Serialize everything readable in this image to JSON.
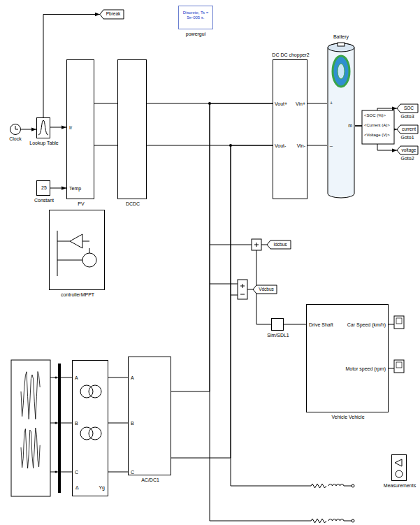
{
  "diagram": {
    "nodes": [
      {
        "text": [
          "Discrete, Ts = 5e-005 s.",
          "powergui"
        ]
      },
      {
        "text": [
          "Pbreak"
        ]
      },
      {
        "text": [
          "Clock"
        ]
      },
      {
        "text": [
          "Lookup Table"
        ]
      },
      {
        "text": [
          "25",
          "Constant"
        ]
      },
      {
        "text": [
          "Ir",
          "Temp",
          "PV"
        ]
      },
      {
        "text": [
          "DCDC"
        ]
      },
      {
        "text": [
          "DC DC chopper2",
          "Vout+",
          "Vout-",
          "Vin+",
          "Vin-"
        ]
      },
      {
        "text": [
          "Battery",
          "+",
          "_",
          "m"
        ]
      },
      {
        "text": [
          "SOC",
          "Goto3"
        ]
      },
      {
        "text": [
          "current",
          "Goto1"
        ]
      },
      {
        "text": [
          "voltage",
          "Goto2"
        ]
      },
      {
        "text": [
          "controllerMPPT"
        ]
      },
      {
        "text": [
          "Idcbus"
        ]
      },
      {
        "text": [
          "Vdcbus"
        ]
      },
      {
        "text": [
          "Sim/SDL1"
        ]
      },
      {
        "text": [
          "Drive Shaft",
          "Car Speed (km/h)",
          "Motor speed (rpm)",
          "Vehicle Vehicle"
        ]
      },
      {
        "text": [
          "Measurements"
        ]
      },
      {
        "text": [
          "A",
          "B",
          "C",
          "Δ",
          "Yg"
        ]
      },
      {
        "text": [
          "A",
          "B",
          "C",
          "AC/DC1"
        ]
      }
    ],
    "edges": [
      {
        "from": 2,
        "to": 3,
        "arrow": "to"
      },
      {
        "from": 3,
        "to": 5,
        "arrow": "to"
      },
      {
        "from": 3,
        "to": 1,
        "arrow": "to"
      },
      {
        "from": 4,
        "to": 5,
        "arrow": "to"
      },
      {
        "from": 5,
        "to": 6,
        "arrow": "none"
      },
      {
        "from": 5,
        "to": 6,
        "arrow": "none"
      },
      {
        "from": 6,
        "to": 7,
        "arrow": "none"
      },
      {
        "from": 6,
        "to": 7,
        "arrow": "none"
      },
      {
        "from": 7,
        "to": 8,
        "arrow": "none"
      },
      {
        "from": 7,
        "to": 8,
        "arrow": "none"
      },
      {
        "from": 8,
        "to": 9,
        "arrow": "to"
      },
      {
        "from": 8,
        "to": 10,
        "arrow": "to"
      },
      {
        "from": 8,
        "to": 11,
        "arrow": "to"
      },
      {
        "from": 18,
        "to": 19,
        "arrow": "none"
      },
      {
        "from": 18,
        "to": 19,
        "arrow": "none"
      },
      {
        "from": 18,
        "to": 19,
        "arrow": "none"
      },
      {
        "from": 19,
        "to": 7,
        "arrow": "none"
      },
      {
        "from": 19,
        "to": 7,
        "arrow": "none"
      },
      {
        "from": 15,
        "to": 16,
        "arrow": "none"
      }
    ],
    "labels": [
      "<SOC (%)>",
      "<Current (A)>",
      "<Voltage (V)>"
    ]
  }
}
